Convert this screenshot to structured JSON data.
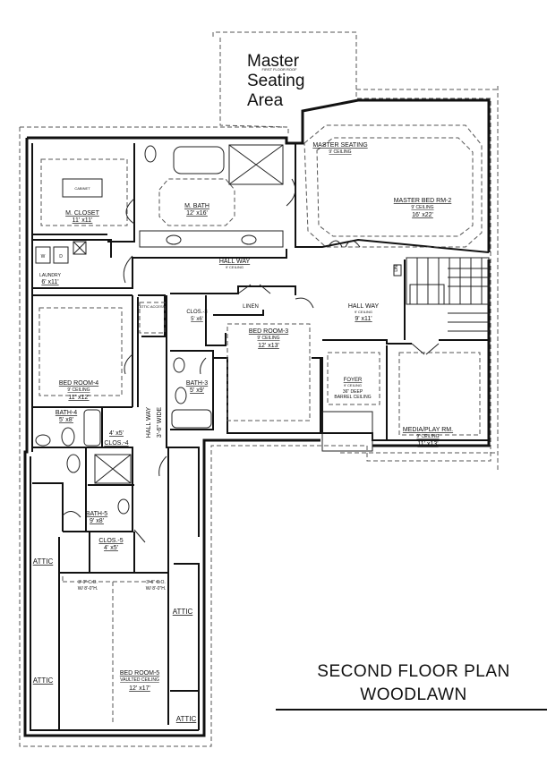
{
  "plan_title": "SECOND FLOOR PLAN",
  "plan_name": "WOODLAWN",
  "master_seating_area": {
    "line1": "Master",
    "note": "FIRST FLOOR ROOF",
    "line2": "Seating",
    "line3": "Area"
  },
  "rooms": {
    "master_seating": {
      "name": "MASTER SEATING",
      "ceiling": "9' CEILING"
    },
    "master_bed": {
      "name": "MASTER BED RM-2",
      "ceiling": "9' CEILING",
      "size": "16' x22'"
    },
    "m_closet": {
      "name": "M. CLOSET",
      "size": "11' x11'",
      "cabinet": "CABINET"
    },
    "m_bath": {
      "name": "M. BATH",
      "size": "12' x16'"
    },
    "laundry": {
      "name": "LAUNDRY",
      "size": "6' x11'",
      "w": "W",
      "d": "D"
    },
    "hall_way_top": {
      "name": "HALL WAY",
      "ceiling": "9' CEILING"
    },
    "hall_way_right": {
      "name": "HALL WAY",
      "ceiling": "9' CEILING",
      "size": "9' x11'"
    },
    "linen": {
      "name": "LINEN"
    },
    "clos3": {
      "name": "CLOS.-3",
      "size": "5' x6'"
    },
    "attic_access": {
      "name": "ATTIC ACCESS"
    },
    "bed3": {
      "name": "BED ROOM-3",
      "ceiling": "9' CEILING",
      "size": "12' x13'"
    },
    "bed4": {
      "name": "BED ROOM-4",
      "ceiling": "9' CEILING",
      "size": "11' x12'"
    },
    "bath3": {
      "name": "BATH-3",
      "size": "5' x9'"
    },
    "bath4": {
      "name": "BATH-4",
      "size": "5' x8'"
    },
    "clos4": {
      "name": "CLOS.-4",
      "size": "4' x5'"
    },
    "foyer": {
      "name": "FOYER",
      "ceiling": "9' CEILING",
      "note1": "36\" DEEP",
      "note2": "BARREL CEILING"
    },
    "media": {
      "name": "MEDIA/PLAY RM.",
      "ceiling": "9' CEILING",
      "size": "11' x13'"
    },
    "hall_vertical": {
      "line1": "HALL WAY",
      "line2": "3'-6\" WIDE"
    },
    "bath5": {
      "name": "BATH-5",
      "size": "9' x8'"
    },
    "clos5": {
      "name": "CLOS.-5",
      "size": "4' x5'"
    },
    "bed5": {
      "name": "BED ROOM-5",
      "ceiling": "VAULTED CEILING",
      "size": "12' x17'"
    },
    "co_left": {
      "line1": "3'-0\" C.O.",
      "line2": "W/ 8'-0\"H."
    },
    "co_right": {
      "line1": "3'-6\" C.O.",
      "line2": "W/ 8'-0\"H."
    },
    "stair_dn": "DN"
  },
  "attic_labels": [
    "ATTIC",
    "ATTIC",
    "ATTIC",
    "ATTIC"
  ]
}
